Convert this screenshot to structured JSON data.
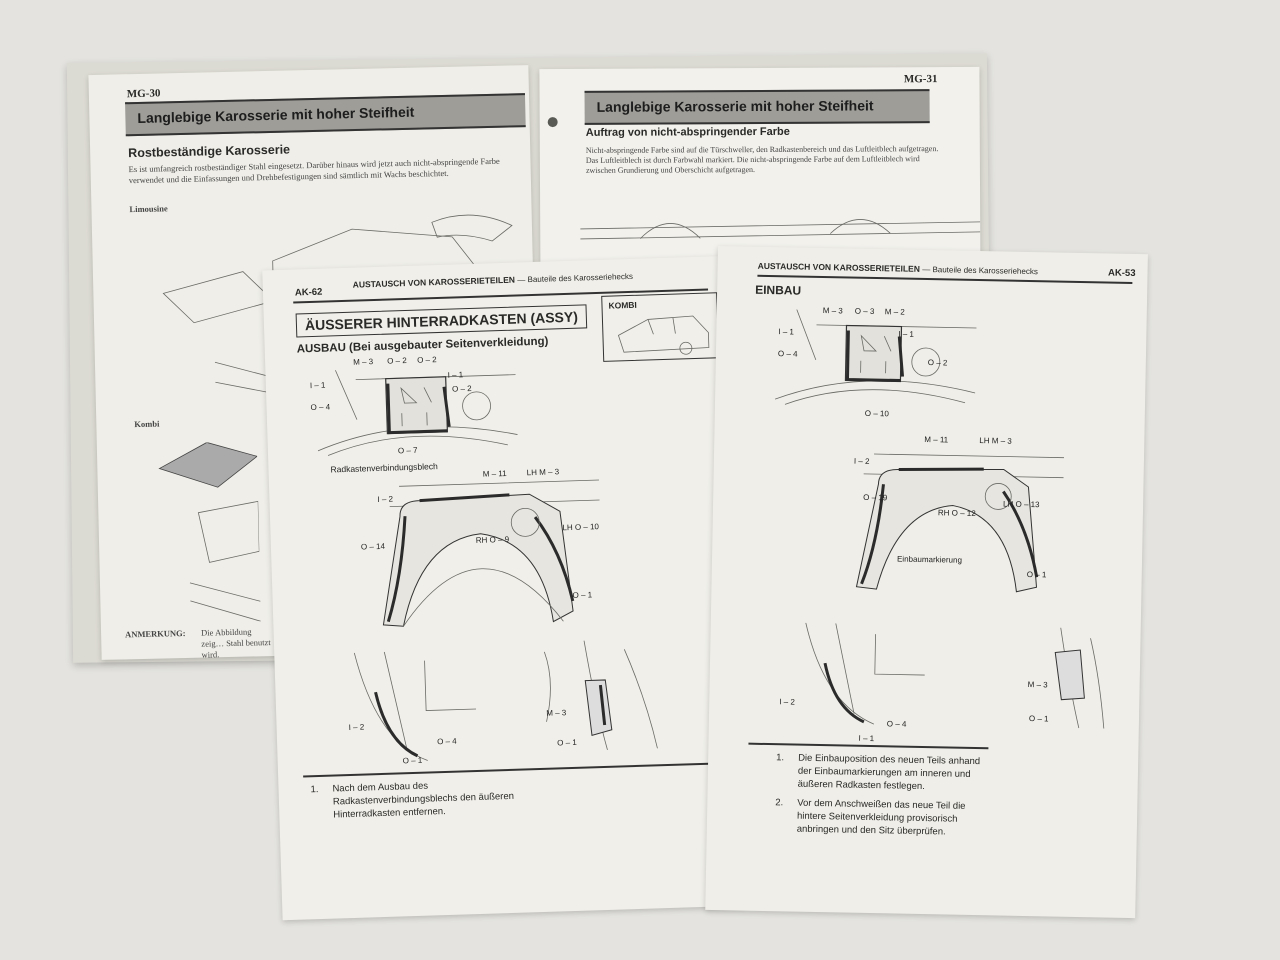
{
  "back_booklet": {
    "left_page": {
      "page_number": "MG-30",
      "banner": "Langlebige Karosserie mit hoher Steifheit",
      "heading": "Rostbeständige Karosserie",
      "body": "Es ist umfangreich rostbeständiger Stahl eingesetzt. Darüber hinaus wird jetzt auch nicht-abspringende Farbe verwendet und die Einfassungen und Drehbefestigungen sind sämtlich mit Wachs beschichtet.",
      "label_sedan": "Limousine",
      "label_wagon": "Kombi",
      "note_label": "ANMERKUNG:",
      "note_text": "Die Abbildung zeig… Stahl benutzt wird."
    },
    "right_page": {
      "page_number": "MG-31",
      "banner": "Langlebige Karosserie mit hoher Steifheit",
      "heading": "Auftrag von nicht-abspringender Farbe",
      "body": "Nicht-abspringende Farbe sind auf die Türschweller, den Radkastenbereich und das Luftleitblech aufgetragen. Das Luftleitblech ist durch Farbwahl markiert. Die nicht-abspringende Farbe auf dem Luftleitblech wird zwischen Grundierung und Oberschicht aufgetragen."
    }
  },
  "front_booklet": {
    "left_page": {
      "page_number": "AK-62",
      "section": "AUSTAUSCH VON KAROSSERIETEILEN",
      "subsection": "— Bauteile des Karosseriehecks",
      "title": "ÄUSSERER HINTERRADKASTEN (ASSY)",
      "inset_label": "KOMBI",
      "heading": "AUSBAU (Bei ausgebauter Seitenverkleidung)",
      "part_label": "Radkastenverbindungsblech",
      "callouts": [
        "M – 3",
        "O – 2",
        "O – 2",
        "I – 1",
        "I – 1",
        "O – 2",
        "O – 4",
        "O – 7",
        "M – 11",
        "LH M – 3",
        "I – 2",
        "O – 14",
        "RH O – 9",
        "LH O – 10",
        "O – 1",
        "I – 2",
        "O – 4",
        "O – 1",
        "M – 3",
        "O – 1"
      ],
      "steps": [
        {
          "num": "1.",
          "text": "Nach dem Ausbau des Radkastenverbindungsblechs den äußeren Hinterradkasten entfernen."
        }
      ]
    },
    "right_page": {
      "page_number": "AK-53",
      "section": "AUSTAUSCH VON KAROSSERIETEILEN",
      "subsection": "— Bauteile des Karosseriehecks",
      "heading": "EINBAU",
      "mark_label": "Einbaumarkierung",
      "callouts": [
        "M – 3",
        "O – 3",
        "M – 2",
        "I – 1",
        "I – 1",
        "O – 4",
        "O – 2",
        "O – 10",
        "M – 11",
        "LH M – 3",
        "I – 2",
        "O – 19",
        "RH O – 12",
        "LH O – 13",
        "O – 1",
        "I – 2",
        "O – 4",
        "I – 1",
        "M – 3",
        "O – 1"
      ],
      "steps": [
        {
          "num": "1.",
          "text": "Die Einbauposition des neuen Teils anhand der Einbaumarkierungen am inneren und äußeren Radkasten festlegen."
        },
        {
          "num": "2.",
          "text": "Vor dem Anschweißen das neue Teil die hintere Seitenverkleidung provisorisch anbringen und den Sitz überprüfen."
        }
      ]
    }
  },
  "colors": {
    "table": "#e4e3df",
    "paper": "#f0efe9",
    "banner": "#9e9d98",
    "ink": "#2a2a28"
  }
}
